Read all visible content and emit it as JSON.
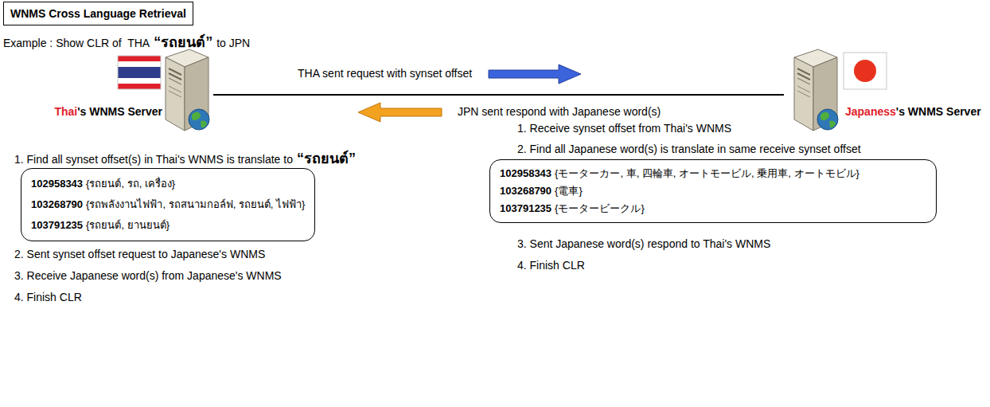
{
  "diagram": {
    "title": "WNMS Cross Language Retrieval",
    "nodes": [
      {
        "text": [
          "Thai",
          "'s WNMS Server"
        ]
      },
      {
        "text": [
          "Japaness",
          "'s WNMS Server"
        ]
      },
      {
        "text": [
          "102958343",
          "{รถยนต์, รถ, เครื่อง}",
          "103268790",
          "{รถพลังงานไฟฟ้า, รถสนามกอล์ฟ, รถยนต์, ไฟฟ้า}",
          "103791235",
          "{รถยนต์, ยานยนต์}"
        ]
      },
      {
        "text": [
          "102958343",
          "{モーターカー, 車, 四輪車, オートモービル, 乗用車, オートモビル}",
          "103268790",
          "{電車}",
          "103791235",
          "{モータービークル}"
        ]
      }
    ],
    "edges": [
      {
        "from": 0,
        "to": 1,
        "arrow": "none"
      }
    ],
    "labels": [
      "Example : Show CLR of  THA",
      "“รถยนต์”",
      "to JPN",
      "THA sent request with synset offset",
      "JPN sent respond with Japanese word(s)",
      "1. Find all synset offset(s) in Thai's WNMS is translate to",
      "“รถยนต์”",
      "2. Sent synset offset request to Japanese's WNMS",
      "3. Receive Japanese word(s) from Japanese's WNMS",
      "4. Finish CLR",
      "1. Receive synset offset from Thai's WNMS",
      "2. Find all Japanese word(s) is translate in same receive synset offset",
      "3. Sent Japanese word(s) respond to Thai's WNMS",
      "4. Finish CLR"
    ]
  }
}
